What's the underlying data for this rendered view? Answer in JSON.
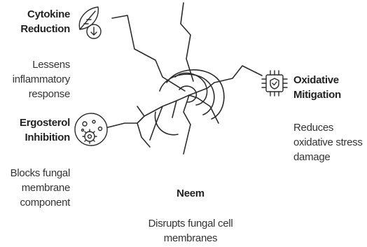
{
  "colors": {
    "stroke": "#2b2b2b",
    "text": "#222222",
    "muted": "#333333",
    "background": "#ffffff"
  },
  "nodes": {
    "cytokine": {
      "icon": "leaf-down-arrow-icon",
      "title": [
        "Cytokine",
        "Reduction"
      ],
      "desc": [
        "Lessens",
        "inflammatory",
        "response"
      ]
    },
    "ergosterol": {
      "icon": "cell-gear-icon",
      "title": [
        "Ergosterol",
        "Inhibition"
      ],
      "desc": [
        "Blocks fungal",
        "membrane",
        "component"
      ]
    },
    "oxidative": {
      "icon": "chip-shield-icon",
      "title": [
        "Oxidative",
        "Mitigation"
      ],
      "desc": [
        "Reduces",
        "oxidative stress",
        "damage"
      ]
    },
    "neem": {
      "title": [
        "Neem"
      ],
      "desc": [
        "Disrupts fungal cell",
        "membranes"
      ]
    }
  }
}
